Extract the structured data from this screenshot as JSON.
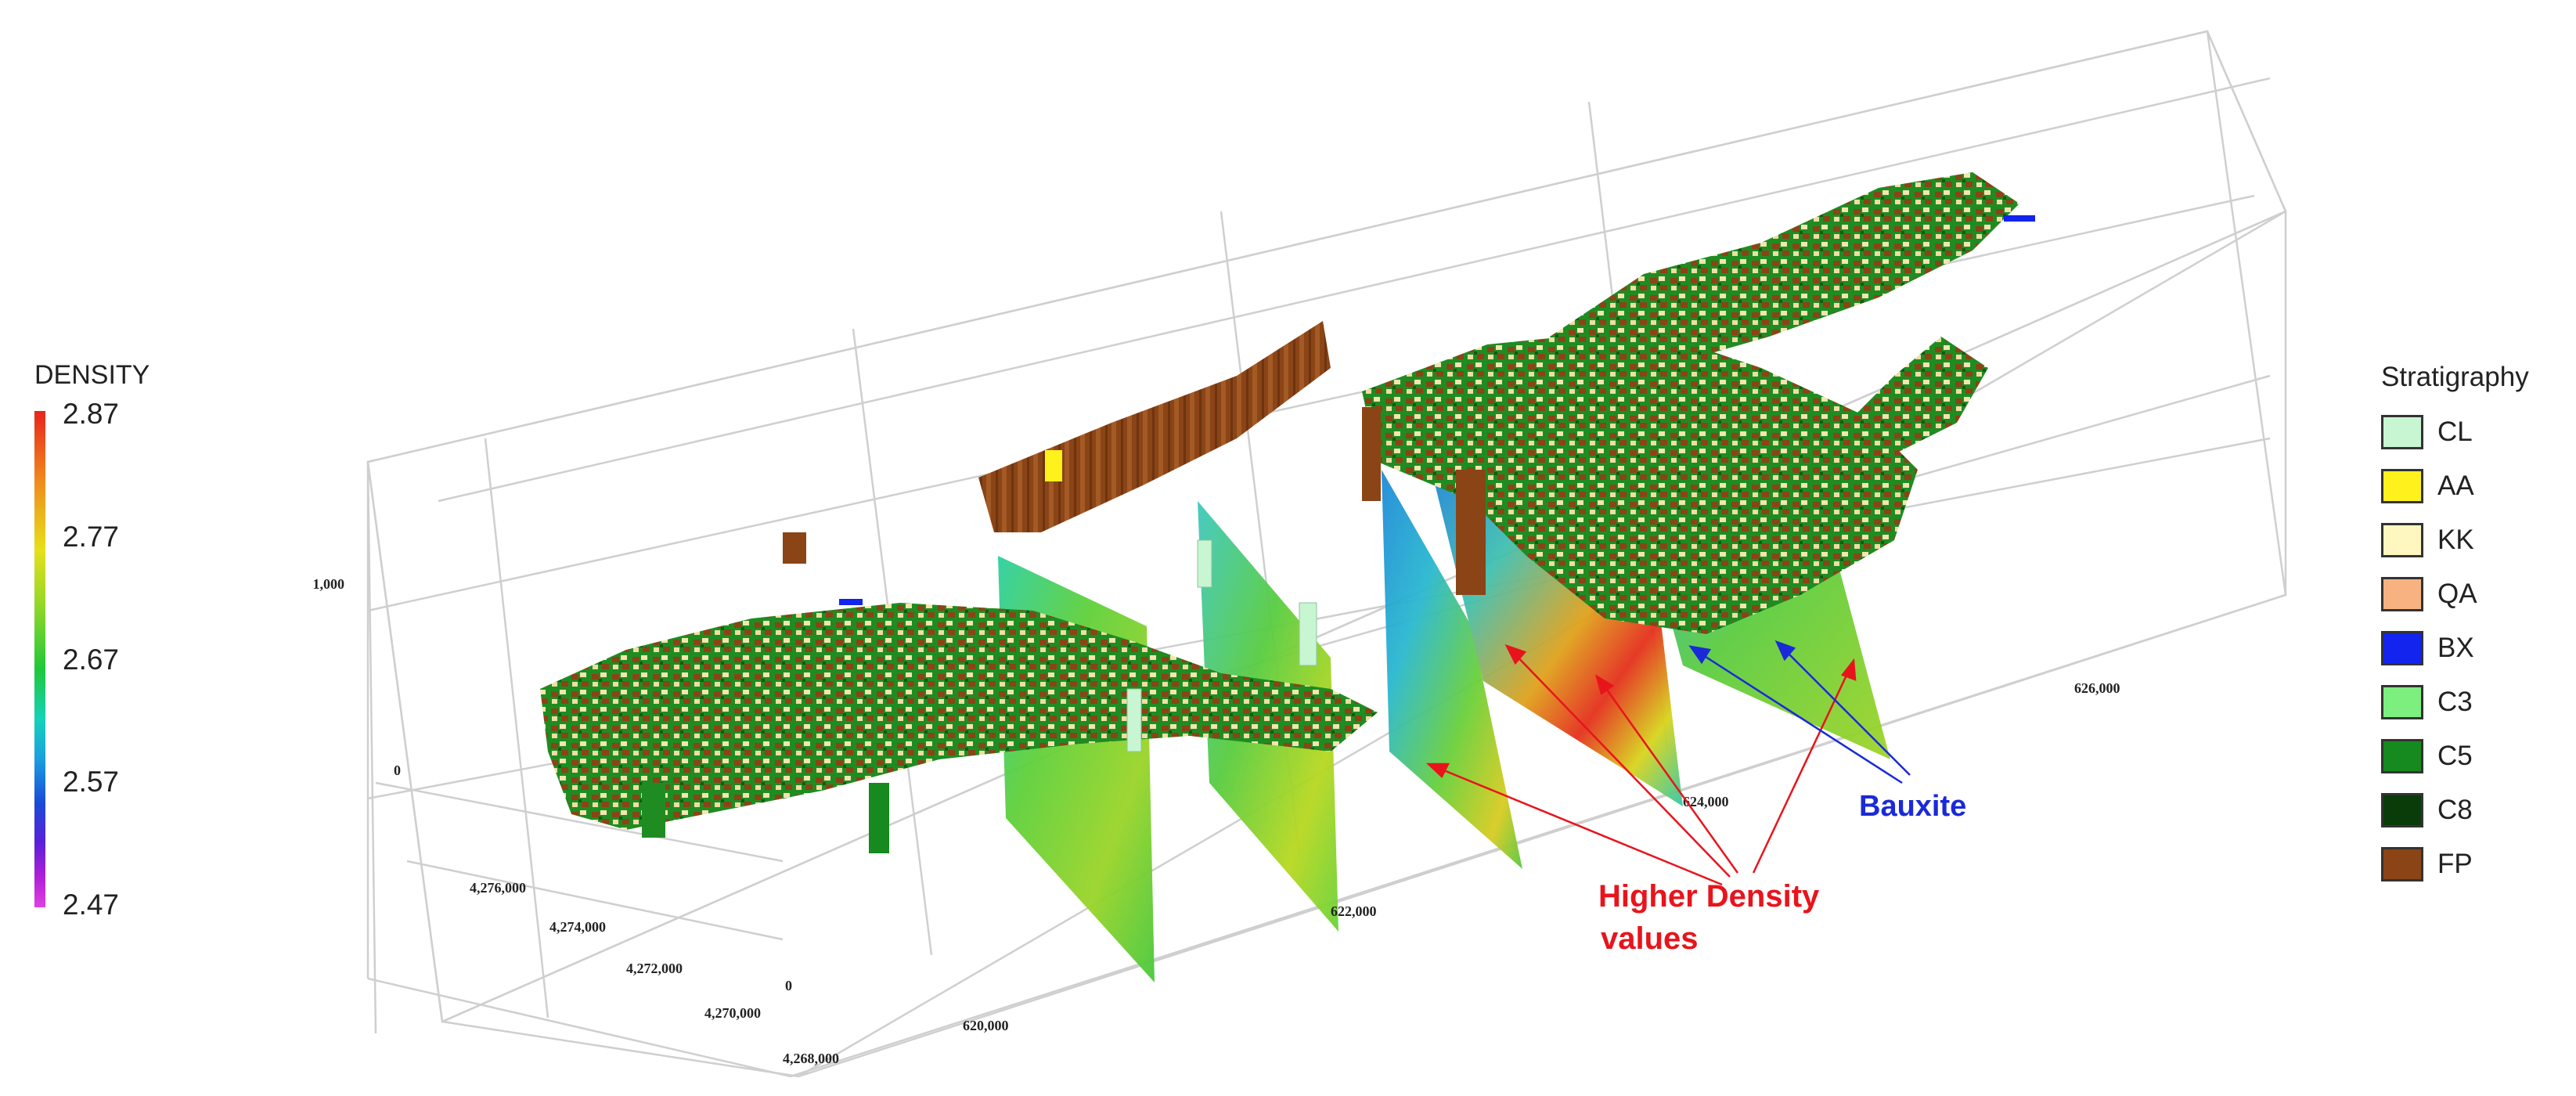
{
  "colorbar": {
    "title": "DENSITY",
    "ticks": [
      "2.87",
      "2.77",
      "2.67",
      "2.57",
      "2.47"
    ],
    "range": [
      2.47,
      2.87
    ]
  },
  "legend": {
    "title": "Stratigraphy",
    "items": [
      {
        "label": "CL",
        "color": "#c8f5d2"
      },
      {
        "label": "AA",
        "color": "#fff21c"
      },
      {
        "label": "KK",
        "color": "#fff6c0"
      },
      {
        "label": "QA",
        "color": "#f8b282"
      },
      {
        "label": "BX",
        "color": "#1224ee"
      },
      {
        "label": "C3",
        "color": "#7cef7e"
      },
      {
        "label": "C5",
        "color": "#168a1e"
      },
      {
        "label": "C8",
        "color": "#0a3c0a"
      },
      {
        "label": "FP",
        "color": "#8a4416"
      }
    ]
  },
  "axes": {
    "elevation_labels": [
      "1,000",
      "0",
      "0"
    ],
    "northing_labels": [
      "4,276,000",
      "4,274,000",
      "4,272,000",
      "4,270,000",
      "4,268,000"
    ],
    "easting_labels": [
      "620,000",
      "622,000",
      "624,000",
      "626,000"
    ]
  },
  "annotations": {
    "red_label_line1": "Higher Density",
    "red_label_line2": "values",
    "blue_label": "Bauxite"
  }
}
